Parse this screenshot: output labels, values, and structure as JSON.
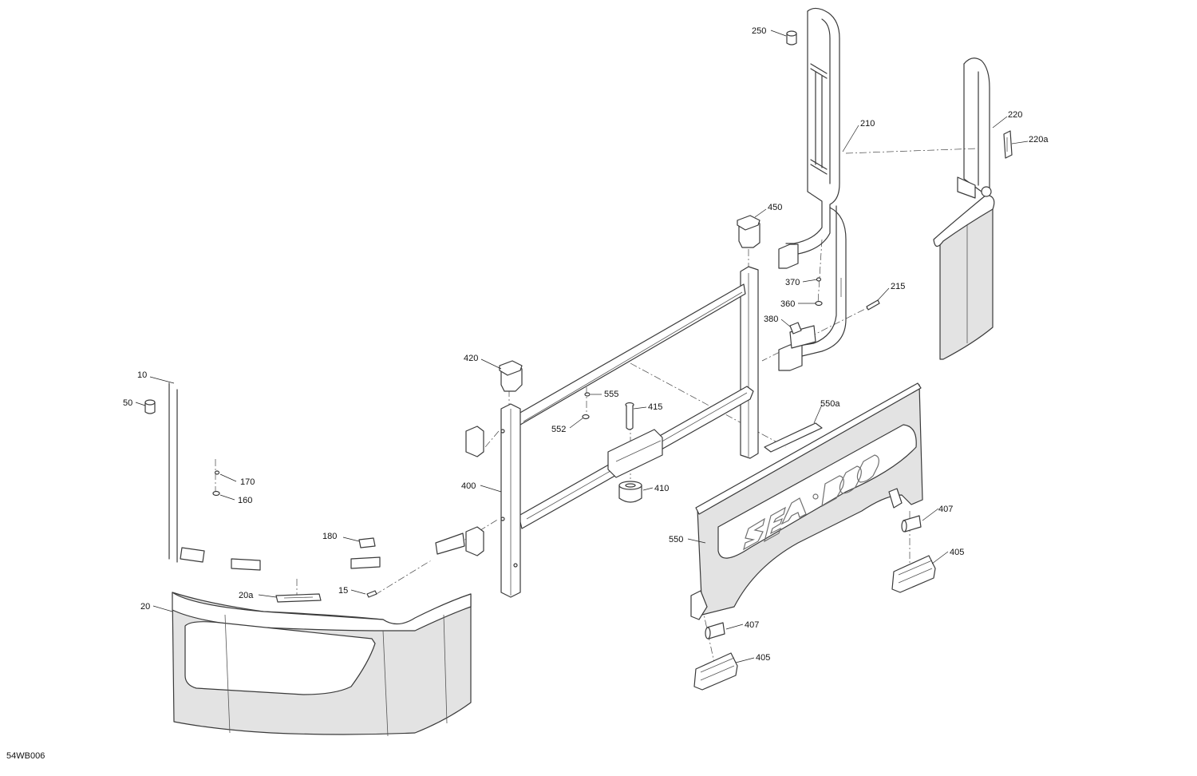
{
  "diagram": {
    "drawing_code": "54WB006",
    "callouts": [
      {
        "id": "c250",
        "label": "250"
      },
      {
        "id": "c210",
        "label": "210"
      },
      {
        "id": "c220",
        "label": "220"
      },
      {
        "id": "c220a",
        "label": "220a"
      },
      {
        "id": "c450",
        "label": "450"
      },
      {
        "id": "c370",
        "label": "370"
      },
      {
        "id": "c360",
        "label": "360"
      },
      {
        "id": "c215",
        "label": "215"
      },
      {
        "id": "c380",
        "label": "380"
      },
      {
        "id": "c420",
        "label": "420"
      },
      {
        "id": "c555",
        "label": "555"
      },
      {
        "id": "c552",
        "label": "552"
      },
      {
        "id": "c415",
        "label": "415"
      },
      {
        "id": "c550a",
        "label": "550a"
      },
      {
        "id": "c10",
        "label": "10"
      },
      {
        "id": "c50",
        "label": "50"
      },
      {
        "id": "c170",
        "label": "170"
      },
      {
        "id": "c160",
        "label": "160"
      },
      {
        "id": "c400",
        "label": "400"
      },
      {
        "id": "c410",
        "label": "410"
      },
      {
        "id": "c407a",
        "label": "407"
      },
      {
        "id": "c405a",
        "label": "405"
      },
      {
        "id": "c550",
        "label": "550"
      },
      {
        "id": "c180",
        "label": "180"
      },
      {
        "id": "c15",
        "label": "15"
      },
      {
        "id": "c20a",
        "label": "20a"
      },
      {
        "id": "c20",
        "label": "20"
      },
      {
        "id": "c407b",
        "label": "407"
      },
      {
        "id": "c405b",
        "label": "405"
      }
    ]
  }
}
